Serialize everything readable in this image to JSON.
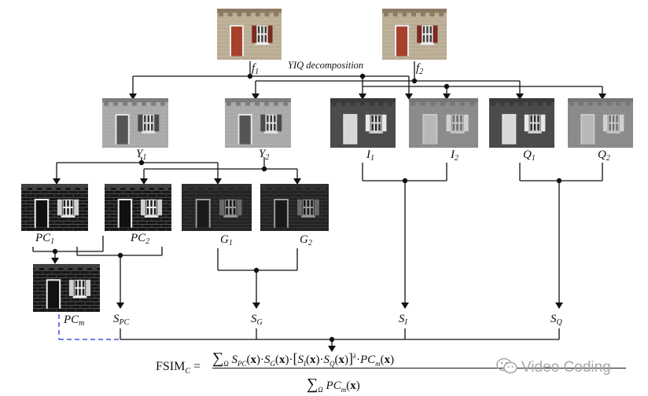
{
  "caption": "YIQ decomposition",
  "images": {
    "f1": {
      "label_main": "f",
      "label_sub": "1",
      "style": "color"
    },
    "f2": {
      "label_main": "f",
      "label_sub": "2",
      "style": "color"
    },
    "Y1": {
      "label_main": "Y",
      "label_sub": "1",
      "style": "gray"
    },
    "Y2": {
      "label_main": "Y",
      "label_sub": "2",
      "style": "gray"
    },
    "I1": {
      "label_main": "I",
      "label_sub": "1",
      "style": "dark"
    },
    "I2": {
      "label_main": "I",
      "label_sub": "2",
      "style": "mid"
    },
    "Q1": {
      "label_main": "Q",
      "label_sub": "1",
      "style": "dark"
    },
    "Q2": {
      "label_main": "Q",
      "label_sub": "2",
      "style": "mid"
    },
    "PC1": {
      "label_main": "PC",
      "label_sub": "1",
      "style": "edge"
    },
    "PC2": {
      "label_main": "PC",
      "label_sub": "2",
      "style": "edge"
    },
    "G1": {
      "label_main": "G",
      "label_sub": "1",
      "style": "grad"
    },
    "G2": {
      "label_main": "G",
      "label_sub": "2",
      "style": "grad"
    },
    "PCm": {
      "label_main": "PC",
      "label_sub": "m",
      "style": "edge"
    }
  },
  "similarity": {
    "SPC": {
      "label_main": "S",
      "label_sub": "PC"
    },
    "SG": {
      "label_main": "S",
      "label_sub": "G"
    },
    "SI": {
      "label_main": "S",
      "label_sub": "I"
    },
    "SQ": {
      "label_main": "S",
      "label_sub": "Q"
    }
  },
  "formula": {
    "lhs_main": "FSIM",
    "lhs_sub": "C",
    "equals": "=",
    "sum_symbol": "∑",
    "omega": "Ω",
    "lambda": "λ",
    "x": "x"
  },
  "watermark": "Video Coding",
  "colors": {
    "line": "#111111",
    "dashed_line": "#2233dd",
    "watermark": "#a8a8a8"
  }
}
